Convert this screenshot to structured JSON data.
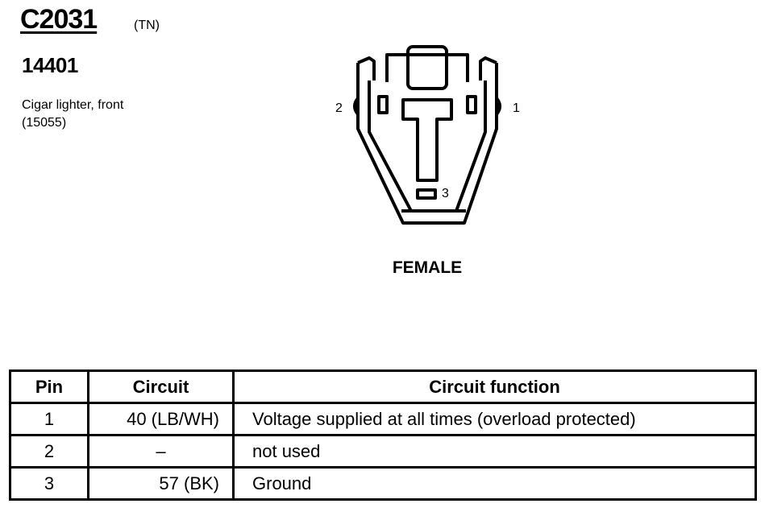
{
  "header": {
    "connector_id": "C2031",
    "color_code": "(TN)",
    "part_number": "14401",
    "description": "Cigar lighter, front",
    "description_part": "(15055)"
  },
  "diagram": {
    "pin_labels": [
      "1",
      "2",
      "3"
    ],
    "gender": "FEMALE"
  },
  "table": {
    "headers": {
      "pin": "Pin",
      "circuit": "Circuit",
      "function": "Circuit function"
    },
    "rows": [
      {
        "pin": "1",
        "circuit": "40 (LB/WH)",
        "function": "Voltage supplied at all times (overload protected)"
      },
      {
        "pin": "2",
        "circuit": "–",
        "function": "not used"
      },
      {
        "pin": "3",
        "circuit": "57 (BK)",
        "function": "Ground"
      }
    ]
  }
}
